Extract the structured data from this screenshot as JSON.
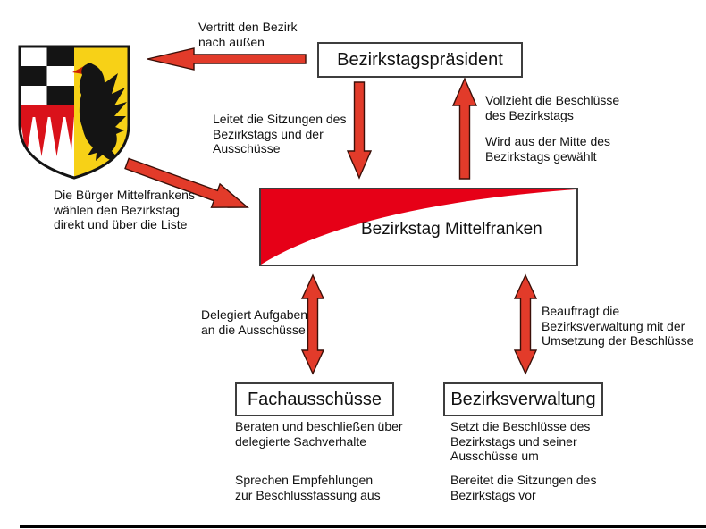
{
  "diagram": {
    "title_hint": "Organigramm Bezirkstag Mittelfranken",
    "boxes": {
      "praesident": {
        "label": "Bezirkstagspräsident"
      },
      "bezirkstag": {
        "label": "Bezirkstag Mittelfranken"
      },
      "fachausschuesse": {
        "label": "Fachausschüsse"
      },
      "bezirksverwaltung": {
        "label": "Bezirksverwaltung"
      }
    },
    "annotations": {
      "vertritt": {
        "lines": [
          "Vertritt den Bezirk",
          "nach außen"
        ]
      },
      "leitet": {
        "lines": [
          "Leitet die Sitzungen des",
          "Bezirkstags und der",
          "Ausschüsse"
        ]
      },
      "vollzieht": {
        "lines": [
          "Vollzieht die Beschlüsse",
          "des Bezirkstags"
        ]
      },
      "wird_gewaehlt": {
        "lines": [
          "Wird aus der Mitte des",
          "Bezirkstags gewählt"
        ]
      },
      "buerger": {
        "lines": [
          "Die Bürger Mittelfrankens",
          "wählen den Bezirkstag",
          "direkt und über die Liste"
        ]
      },
      "delegiert": {
        "lines": [
          "Delegiert Aufgaben",
          "an die Ausschüsse"
        ]
      },
      "beauftragt": {
        "lines": [
          "Beauftragt die",
          "Bezirksverwaltung mit der",
          "Umsetzung der Beschlüsse"
        ]
      },
      "beraten": {
        "lines": [
          "Beraten und beschließen über",
          "delegierte Sachverhalte"
        ]
      },
      "sprechen": {
        "lines": [
          "Sprechen Empfehlungen",
          "zur Beschlussfassung aus"
        ]
      },
      "setzt": {
        "lines": [
          "Setzt die Beschlüsse des",
          "Bezirkstags und seiner",
          "Ausschüsse um"
        ]
      },
      "bereitet": {
        "lines": [
          "Bereitet die Sitzungen des",
          "Bezirkstags vor"
        ]
      }
    },
    "colors": {
      "arrow_red": "#e23b2a",
      "arrow_outline": "#3a0f08",
      "swoosh_red": "#e60017",
      "coat_gold": "#f7d117",
      "coat_red": "#da121a",
      "coat_black": "#141414",
      "box_border": "#3d3d3d"
    }
  }
}
